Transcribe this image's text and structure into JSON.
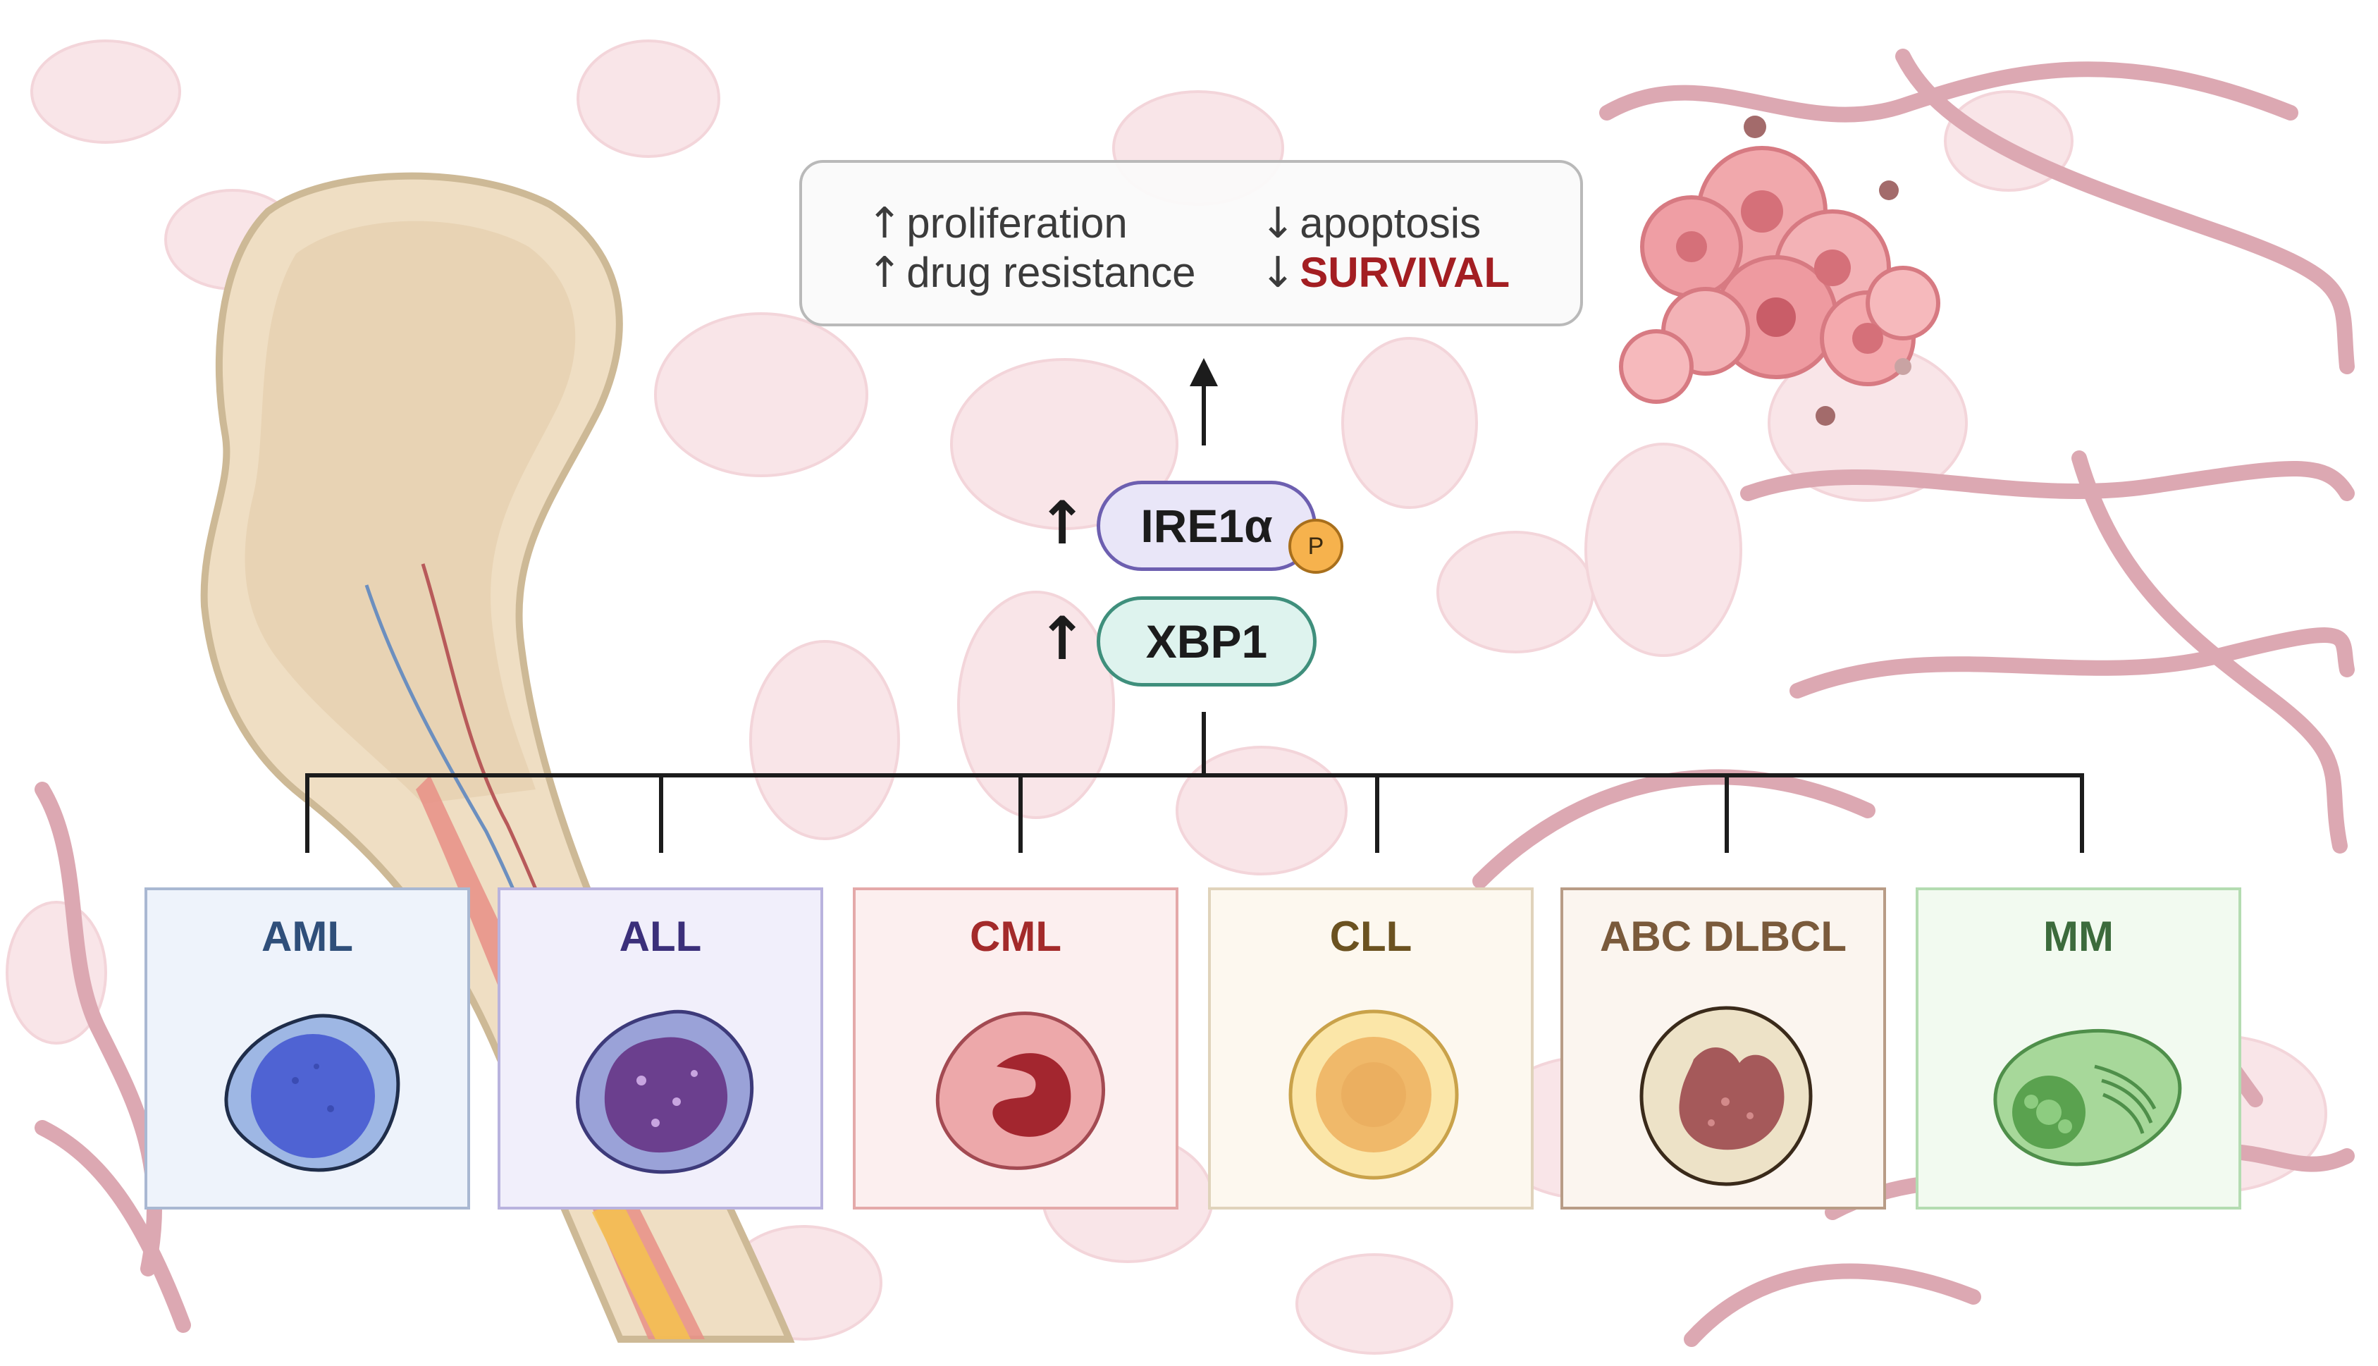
{
  "outcomes": {
    "proliferation": "proliferation",
    "drug_resistance": "drug resistance",
    "apoptosis": "apoptosis",
    "survival": "SURVIVAL",
    "up_symbol": "↑",
    "down_symbol": "↓"
  },
  "pathway": {
    "ire1a": "IRE1α",
    "phospho": "P",
    "xbp1": "XBP1",
    "up_symbol": "↑"
  },
  "diseases": [
    {
      "label": "AML",
      "label_color": "#2f4f7a",
      "border": "#a9b8d2",
      "bg": "#eef3fb"
    },
    {
      "label": "ALL",
      "label_color": "#3b2f7a",
      "border": "#b9b3de",
      "bg": "#f1effb"
    },
    {
      "label": "CML",
      "label_color": "#a32a2a",
      "border": "#e4a9a9",
      "bg": "#fcefef"
    },
    {
      "label": "CLL",
      "label_color": "#6b5220",
      "border": "#e0d3bb",
      "bg": "#fdf8ef"
    },
    {
      "label": "ABC DLBCL",
      "label_color": "#7a5a3b",
      "border": "#b89c86",
      "bg": "#fbf5ef"
    },
    {
      "label": "MM",
      "label_color": "#3c6b3c",
      "border": "#b4dcb1",
      "bg": "#f2faf0"
    }
  ],
  "colors": {
    "vessel": "#dca8b2",
    "rbc": "#f3c9cf",
    "bone": "#efdec3",
    "bone_outline": "#cdb996",
    "line": "#1c1c1c"
  }
}
